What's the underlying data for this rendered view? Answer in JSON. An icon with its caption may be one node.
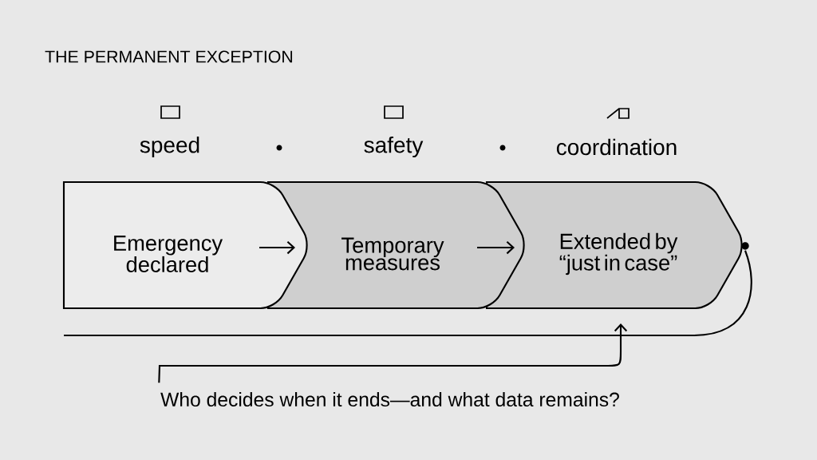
{
  "diagram": {
    "title": "THE PERMANENT EXCEPTION",
    "nodes": [
      {
        "text": [
          "Emergency declared"
        ]
      },
      {
        "text": [
          "Temporary measures"
        ]
      },
      {
        "text": [
          "Extended by “just in case”"
        ]
      },
      {
        "text": [
          "Who decides when it ends—and what data remains?"
        ]
      },
      {
        "text": [],
        "shape": "circle"
      }
    ],
    "edges": [
      {
        "from": 0,
        "to": 1,
        "arrow": "to"
      },
      {
        "from": 1,
        "to": 2,
        "arrow": "to"
      },
      {
        "from": 4,
        "to": null,
        "arrow": "none"
      },
      {
        "from": 3,
        "to": 2,
        "arrow": "to"
      }
    ],
    "labels": [
      "speed",
      "safety",
      "coordination"
    ]
  }
}
